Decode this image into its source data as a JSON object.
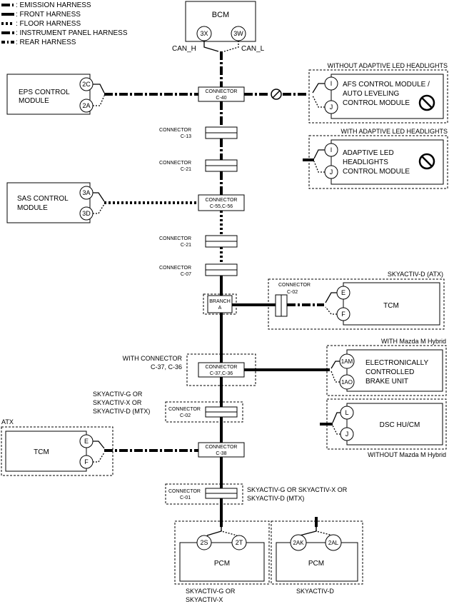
{
  "legend": [
    {
      "style": "emis",
      "label": ": EMISSION HARNESS"
    },
    {
      "style": "front",
      "label": ": FRONT HARNESS"
    },
    {
      "style": "floor",
      "label": ": FLOOR HARNESS"
    },
    {
      "style": "ip",
      "label": ": INSTRUMENT PANEL HARNESS"
    },
    {
      "style": "rear",
      "label": ": REAR HARNESS"
    }
  ],
  "bcm": {
    "name": "BCM",
    "pin_h": "3X",
    "pin_l": "3W",
    "can_h": "CAN_H",
    "can_l": "CAN_L"
  },
  "eps": {
    "name1": "EPS CONTROL",
    "name2": "MODULE",
    "pin1": "2C",
    "pin2": "2A"
  },
  "sas": {
    "name1": "SAS CONTROL",
    "name2": "MODULE",
    "pin1": "3A",
    "pin2": "3D"
  },
  "connectors": {
    "c40": {
      "l1": "CONNECTOR",
      "l2": "C-40"
    },
    "c13": {
      "l1": "CONNECTOR",
      "l2": "C-13"
    },
    "c21a": {
      "l1": "CONNECTOR",
      "l2": "C-21"
    },
    "c55": {
      "l1": "CONNECTOR",
      "l2": "C-55,C-56"
    },
    "c21b": {
      "l1": "CONNECTOR",
      "l2": "C-21"
    },
    "c07": {
      "l1": "CONNECTOR",
      "l2": "C-07"
    },
    "c02tcm": {
      "l1": "CONNECTOR",
      "l2": "C-02"
    },
    "c37": {
      "l1": "CONNECTOR",
      "l2": "C-37,C-36"
    },
    "c02": {
      "l1": "CONNECTOR",
      "l2": "C-02"
    },
    "c38": {
      "l1": "CONNECTOR",
      "l2": "C-38"
    },
    "c01": {
      "l1": "CONNECTOR",
      "l2": "C-01"
    }
  },
  "branch": {
    "l1": "BRANCH",
    "l2": "A"
  },
  "afs": {
    "cond": "WITHOUT ADAPTIVE LED HEADLIGHTS",
    "name1": "AFS CONTROL MODULE /",
    "name2": "AUTO LEVELING",
    "name3": "CONTROL MODULE",
    "pin1": "I",
    "pin2": "J"
  },
  "adaptive": {
    "cond": "WITH ADAPTIVE LED HEADLIGHTS",
    "name1": "ADAPTIVE LED",
    "name2": "HEADLIGHTS",
    "name3": "CONTROL MODULE",
    "pin1": "I",
    "pin2": "J"
  },
  "tcm_right": {
    "cond": "SKYACTIV-D (ATX)",
    "name": "TCM",
    "pin1": "E",
    "pin2": "F"
  },
  "with_c37": {
    "l1": "WITH CONNECTOR",
    "l2": "C-37, C-36"
  },
  "ebu": {
    "cond": "WITH Mazda M Hybrid",
    "name1": "ELECTRONICALLY",
    "name2": "CONTROLLED",
    "name3": "BRAKE UNIT",
    "pin1": "1AM",
    "pin2": "1AO"
  },
  "dsc": {
    "cond": "WITHOUT Mazda M Hybrid",
    "name": "DSC HU/CM",
    "pin1": "L",
    "pin2": "J"
  },
  "skyactiv_c02": {
    "l1": "SKYACTIV-G OR",
    "l2": "SKYACTIV-X OR",
    "l3": "SKYACTIV-D (MTX)"
  },
  "tcm_left": {
    "cond": "ATX",
    "name": "TCM",
    "pin1": "E",
    "pin2": "F"
  },
  "skyactiv_c01": {
    "l1": "SKYACTIV-G OR SKYACTIV-X OR",
    "l2": "SKYACTIV-D (MTX)"
  },
  "pcm1": {
    "name": "PCM",
    "pin1": "2S",
    "pin2": "2T",
    "cond1": "SKYACTIV-G OR",
    "cond2": "SKYACTIV-X"
  },
  "pcm2": {
    "name": "PCM",
    "pin1": "2AK",
    "pin2": "2AL",
    "cond": "SKYACTIV-D"
  }
}
